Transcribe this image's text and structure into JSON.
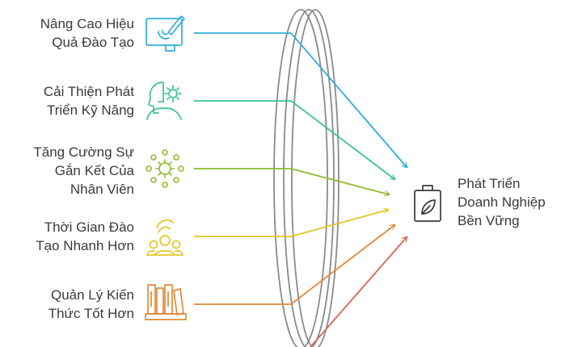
{
  "inputs": [
    {
      "label": "Nâng Cao Hiệu\nQuả Đào Tạo",
      "icon": "training-board-icon",
      "color": "#2eaed8"
    },
    {
      "label": "Cải Thiện Phát\nTriển Kỹ Năng",
      "icon": "head-gear-icon",
      "color": "#3cc48b"
    },
    {
      "label": "Tăng Cường Sự\nGắn Kết Của\nNhân Viên",
      "icon": "network-hub-icon",
      "color": "#8fbb2e"
    },
    {
      "label": "Thời Gian Đào\nTạo Nhanh Hơn",
      "icon": "team-speed-icon",
      "color": "#e2c624"
    },
    {
      "label": "Quản Lý Kiến\nThức Tốt Hơn",
      "icon": "bookshelf-icon",
      "color": "#e08a3a"
    },
    {
      "color": "#de6450"
    }
  ],
  "output": {
    "label": "Phát Triển\nDoanh Nghiệp\nBền Vững",
    "icon": "battery-leaf-icon"
  }
}
